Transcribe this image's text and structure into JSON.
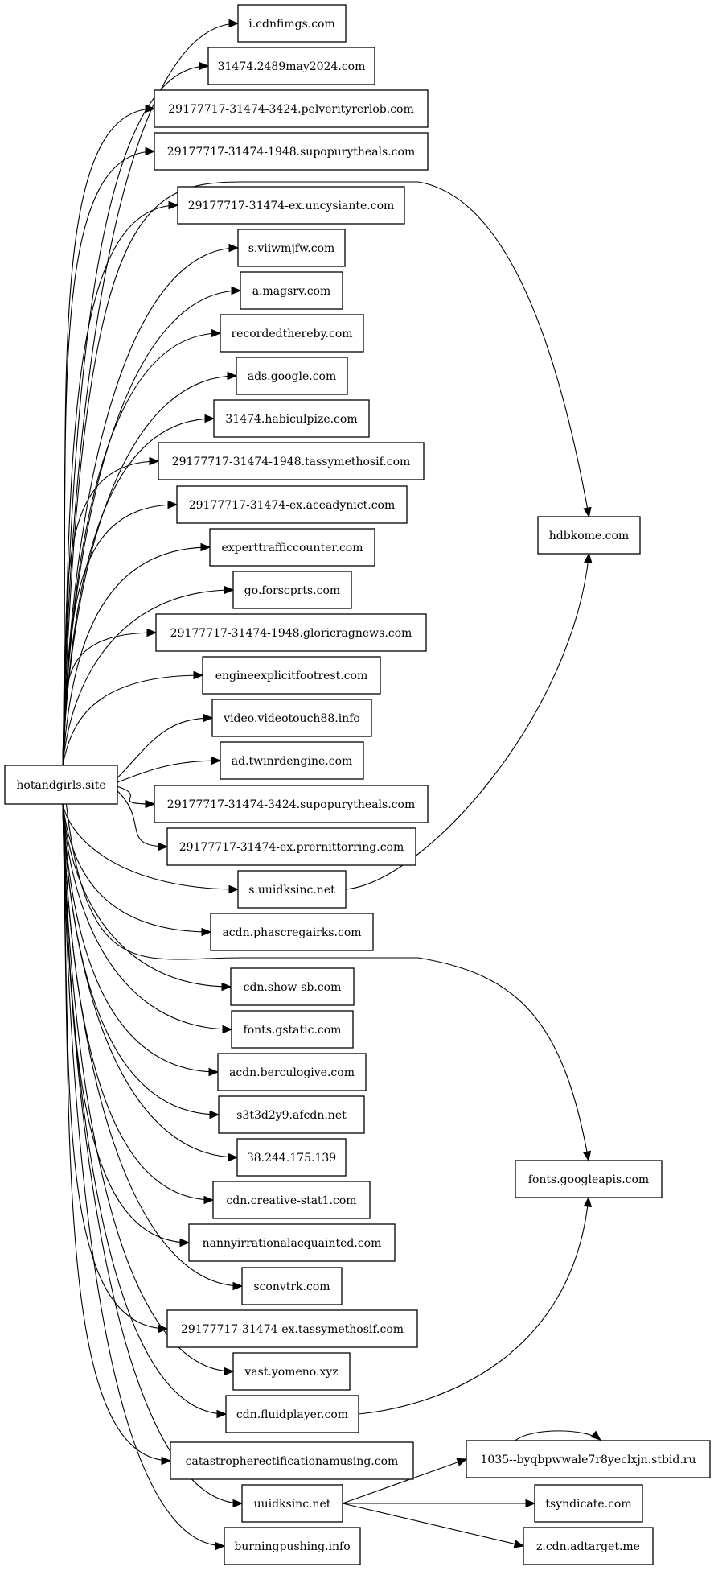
{
  "graph": {
    "nodes": [
      {
        "id": "root",
        "label": "hotandgirls.site"
      },
      {
        "id": "n1",
        "label": "i.cdnfimgs.com"
      },
      {
        "id": "n2",
        "label": "31474.2489may2024.com"
      },
      {
        "id": "n3",
        "label": "29177717-31474-3424.pelverityrerlob.com"
      },
      {
        "id": "n4",
        "label": "29177717-31474-1948.supopurytheals.com"
      },
      {
        "id": "n5",
        "label": "29177717-31474-ex.uncysiante.com"
      },
      {
        "id": "n6",
        "label": "s.viiwmjfw.com"
      },
      {
        "id": "n7",
        "label": "a.magsrv.com"
      },
      {
        "id": "n8",
        "label": "recordedthereby.com"
      },
      {
        "id": "n9",
        "label": "ads.google.com"
      },
      {
        "id": "n10",
        "label": "31474.habiculpize.com"
      },
      {
        "id": "n11",
        "label": "29177717-31474-1948.tassymethosif.com"
      },
      {
        "id": "n12",
        "label": "29177717-31474-ex.aceadynict.com"
      },
      {
        "id": "n13",
        "label": "experttrafficcounter.com"
      },
      {
        "id": "n14",
        "label": "go.forscprts.com"
      },
      {
        "id": "n15",
        "label": "29177717-31474-1948.gloricragnews.com"
      },
      {
        "id": "n16",
        "label": "engineexplicitfootrest.com"
      },
      {
        "id": "n17",
        "label": "video.videotouch88.info"
      },
      {
        "id": "n18",
        "label": "ad.twinrdengine.com"
      },
      {
        "id": "n19",
        "label": "29177717-31474-3424.supopurytheals.com"
      },
      {
        "id": "n20",
        "label": "29177717-31474-ex.prernittorring.com"
      },
      {
        "id": "n21",
        "label": "s.uuidksinc.net"
      },
      {
        "id": "n22",
        "label": "acdn.phascregairks.com"
      },
      {
        "id": "n23",
        "label": "cdn.show-sb.com"
      },
      {
        "id": "n24",
        "label": "fonts.gstatic.com"
      },
      {
        "id": "n25",
        "label": "acdn.berculogive.com"
      },
      {
        "id": "n26",
        "label": "s3t3d2y9.afcdn.net"
      },
      {
        "id": "n27",
        "label": "38.244.175.139"
      },
      {
        "id": "n28",
        "label": "cdn.creative-stat1.com"
      },
      {
        "id": "n29",
        "label": "nannyirrationalacquainted.com"
      },
      {
        "id": "n30",
        "label": "sconvtrk.com"
      },
      {
        "id": "n31",
        "label": "29177717-31474-ex.tassymethosif.com"
      },
      {
        "id": "n32",
        "label": "vast.yomeno.xyz"
      },
      {
        "id": "n33",
        "label": "cdn.fluidplayer.com"
      },
      {
        "id": "n34",
        "label": "catastropherectificationamusing.com"
      },
      {
        "id": "n35",
        "label": "uuidksinc.net"
      },
      {
        "id": "n36",
        "label": "burningpushing.info"
      },
      {
        "id": "h1",
        "label": "hdbkome.com"
      },
      {
        "id": "h2",
        "label": "fonts.googleapis.com"
      },
      {
        "id": "u1",
        "label": "1035--byqbpwwale7r8yeclxjn.stbid.ru"
      },
      {
        "id": "u2",
        "label": "tsyndicate.com"
      },
      {
        "id": "u3",
        "label": "z.cdn.adtarget.me"
      }
    ],
    "edges": [
      [
        "root",
        "n1"
      ],
      [
        "root",
        "n2"
      ],
      [
        "root",
        "n3"
      ],
      [
        "root",
        "n4"
      ],
      [
        "root",
        "n5"
      ],
      [
        "root",
        "n6"
      ],
      [
        "root",
        "n7"
      ],
      [
        "root",
        "n8"
      ],
      [
        "root",
        "n9"
      ],
      [
        "root",
        "n10"
      ],
      [
        "root",
        "n11"
      ],
      [
        "root",
        "n12"
      ],
      [
        "root",
        "n13"
      ],
      [
        "root",
        "n14"
      ],
      [
        "root",
        "n15"
      ],
      [
        "root",
        "n16"
      ],
      [
        "root",
        "n17"
      ],
      [
        "root",
        "n18"
      ],
      [
        "root",
        "n19"
      ],
      [
        "root",
        "n20"
      ],
      [
        "root",
        "n21"
      ],
      [
        "root",
        "n22"
      ],
      [
        "root",
        "n23"
      ],
      [
        "root",
        "n24"
      ],
      [
        "root",
        "n25"
      ],
      [
        "root",
        "n26"
      ],
      [
        "root",
        "n27"
      ],
      [
        "root",
        "n28"
      ],
      [
        "root",
        "n29"
      ],
      [
        "root",
        "n30"
      ],
      [
        "root",
        "n31"
      ],
      [
        "root",
        "n32"
      ],
      [
        "root",
        "n33"
      ],
      [
        "root",
        "n34"
      ],
      [
        "root",
        "n35"
      ],
      [
        "root",
        "n36"
      ],
      [
        "root",
        "h1"
      ],
      [
        "root",
        "h2"
      ],
      [
        "n21",
        "h1"
      ],
      [
        "n33",
        "h2"
      ],
      [
        "n35",
        "u1"
      ],
      [
        "n35",
        "u2"
      ],
      [
        "n35",
        "u3"
      ],
      [
        "u1",
        "u1"
      ]
    ]
  }
}
